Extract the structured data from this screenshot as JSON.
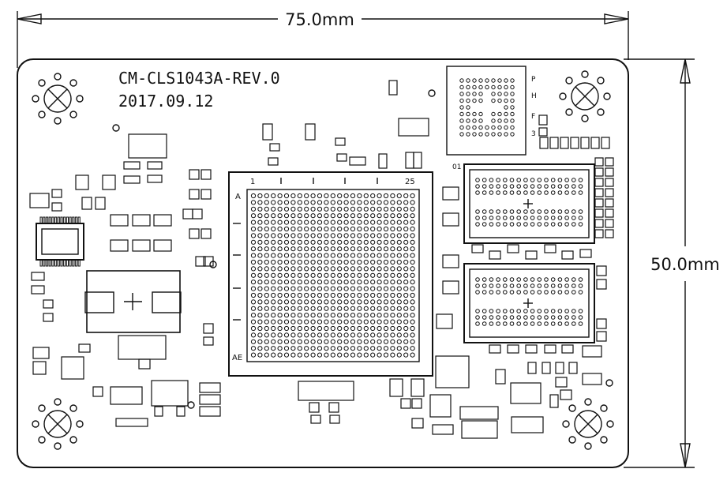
{
  "board": {
    "part_number": "CM-CLS1043A-REV.0",
    "date": "2017.09.12"
  },
  "dimensions": {
    "width": "75.0mm",
    "height": "50.0mm"
  },
  "bga": {
    "col_first": "1",
    "col_last": "25",
    "row_first": "A",
    "row_last": "AE"
  }
}
